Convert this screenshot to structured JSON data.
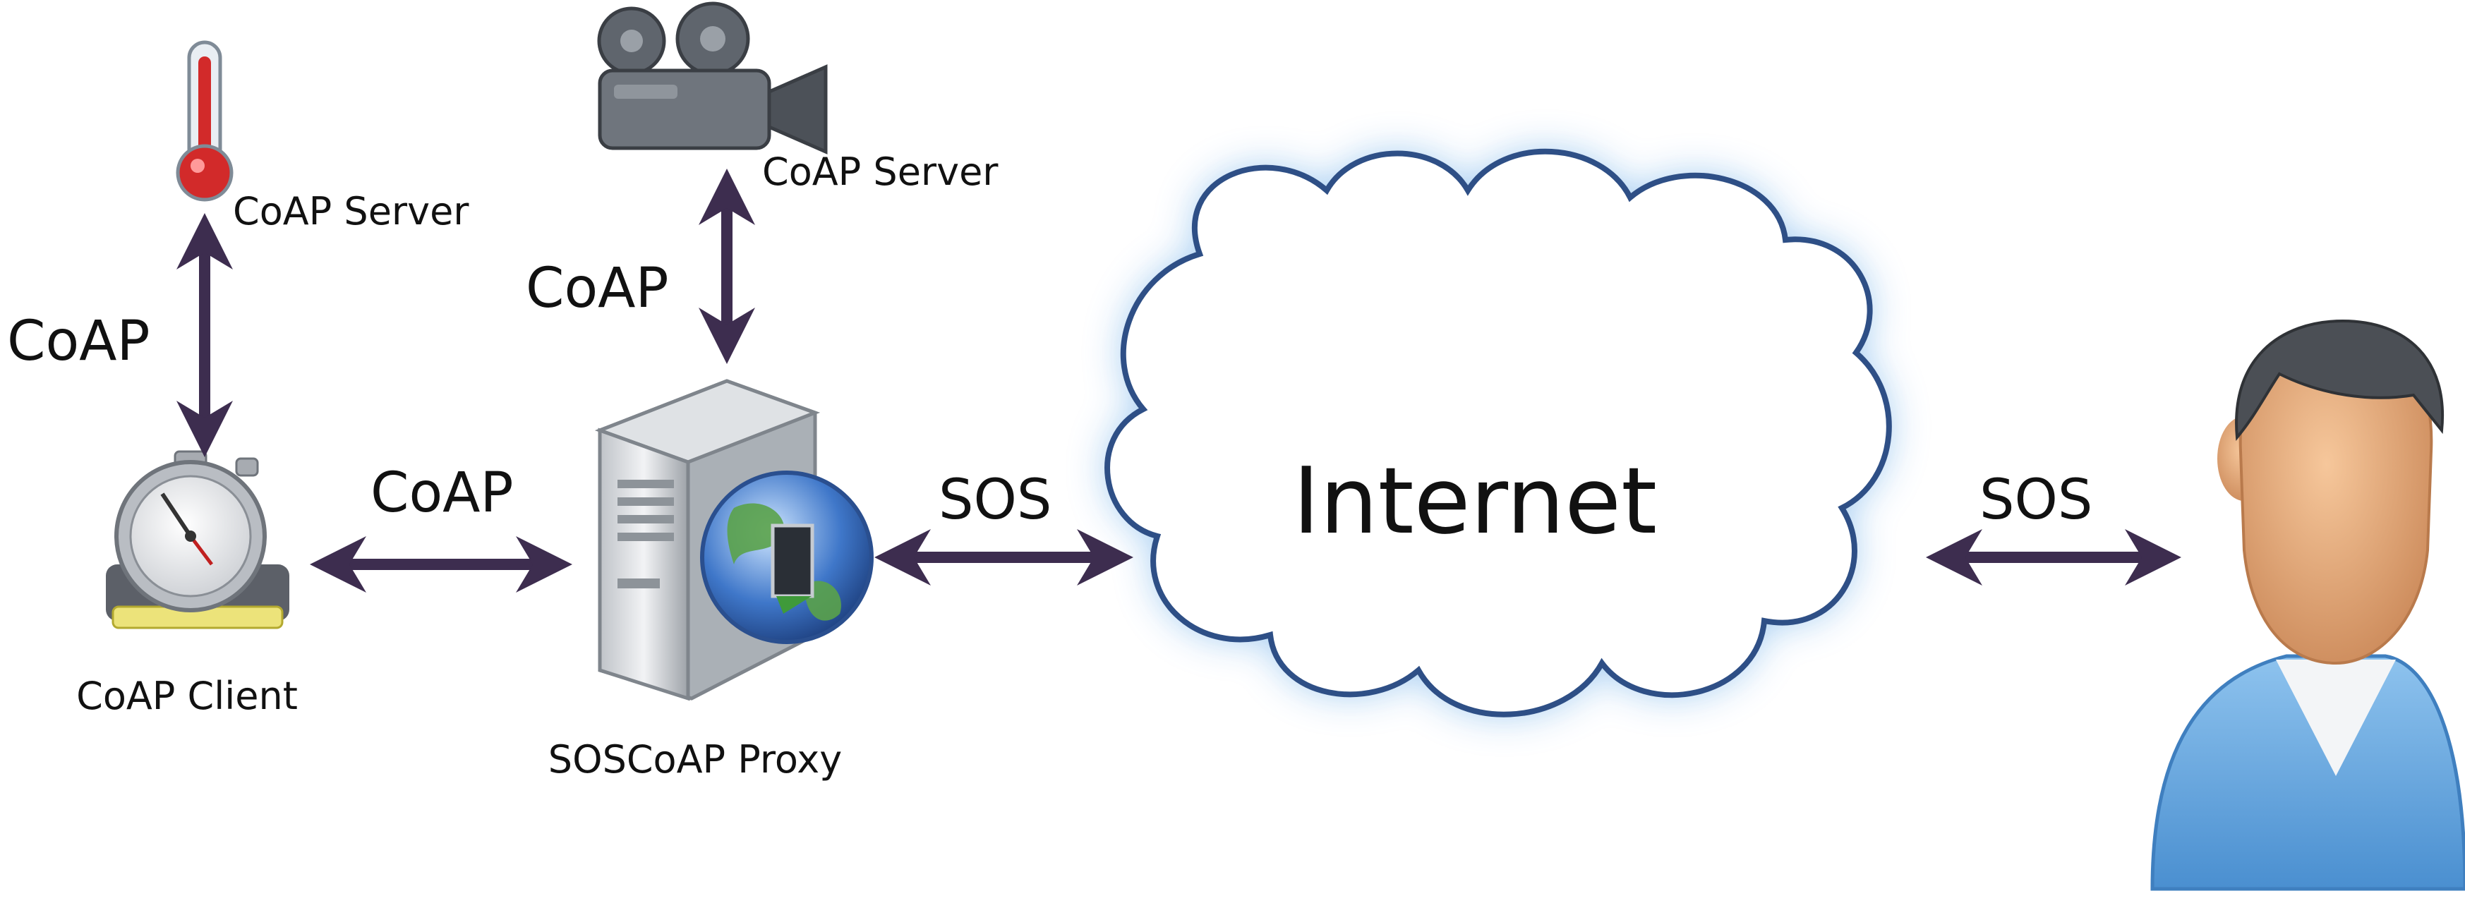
{
  "labels": {
    "coap_server_left": "CoAP Server",
    "coap_server_top": "CoAP Server",
    "coap_client": "CoAP Client",
    "soscoap_proxy": "SOSCoAP Proxy",
    "internet": "Internet"
  },
  "links": {
    "client_to_server_left": "CoAP",
    "proxy_to_server_top": "CoAP",
    "client_to_proxy": "CoAP",
    "proxy_to_internet": "SOS",
    "internet_to_user": "SOS"
  },
  "icons": {
    "thermometer": "thermometer-icon",
    "camera": "video-camera-icon",
    "stopwatch": "stopwatch-icon",
    "server": "server-icon",
    "cloud": "cloud-icon",
    "user": "user-icon"
  },
  "colors": {
    "arrow": "#3d2d4f",
    "cloud_outline": "#2e4f86",
    "cloud_glow": "#9cc8f0"
  }
}
